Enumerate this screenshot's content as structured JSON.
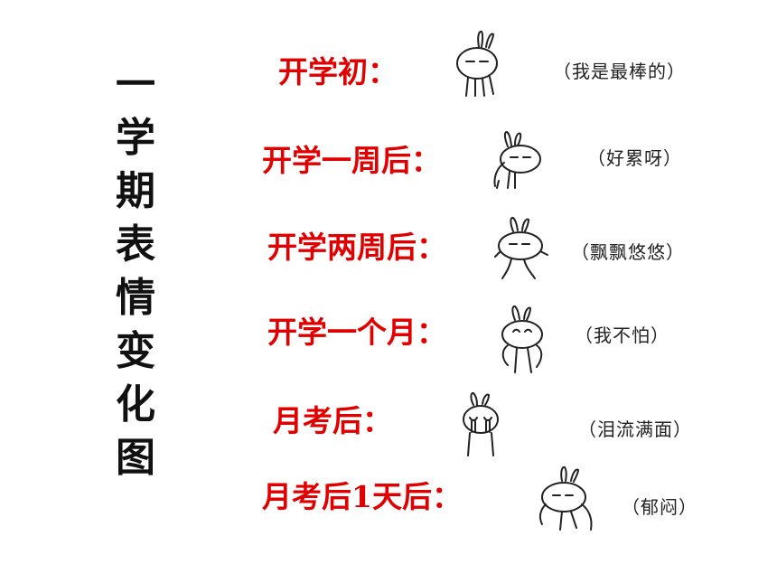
{
  "title_chars": [
    "一",
    "学",
    "期",
    "表",
    "情",
    "变",
    "化",
    "图"
  ],
  "rows": [
    {
      "stage": "开学初：",
      "emotion": "（我是最棒的）",
      "icon": "rabbit-proud-icon"
    },
    {
      "stage": "开学一周后：",
      "emotion": "（好累呀）",
      "icon": "rabbit-tired-icon"
    },
    {
      "stage": "开学两周后：",
      "emotion": "（飘飘悠悠）",
      "icon": "rabbit-floating-icon"
    },
    {
      "stage": "开学一个月：",
      "emotion": "（我不怕）",
      "icon": "rabbit-brave-icon"
    },
    {
      "stage": "月考后：",
      "emotion": "（泪流满面）",
      "icon": "rabbit-crying-icon"
    },
    {
      "stage": "月考后1天后：",
      "emotion": "（郁闷）",
      "icon": "rabbit-depressed-icon"
    }
  ],
  "colors": {
    "stage_text": "#e00000",
    "title_text": "#111111",
    "emotion_text": "#222222"
  }
}
